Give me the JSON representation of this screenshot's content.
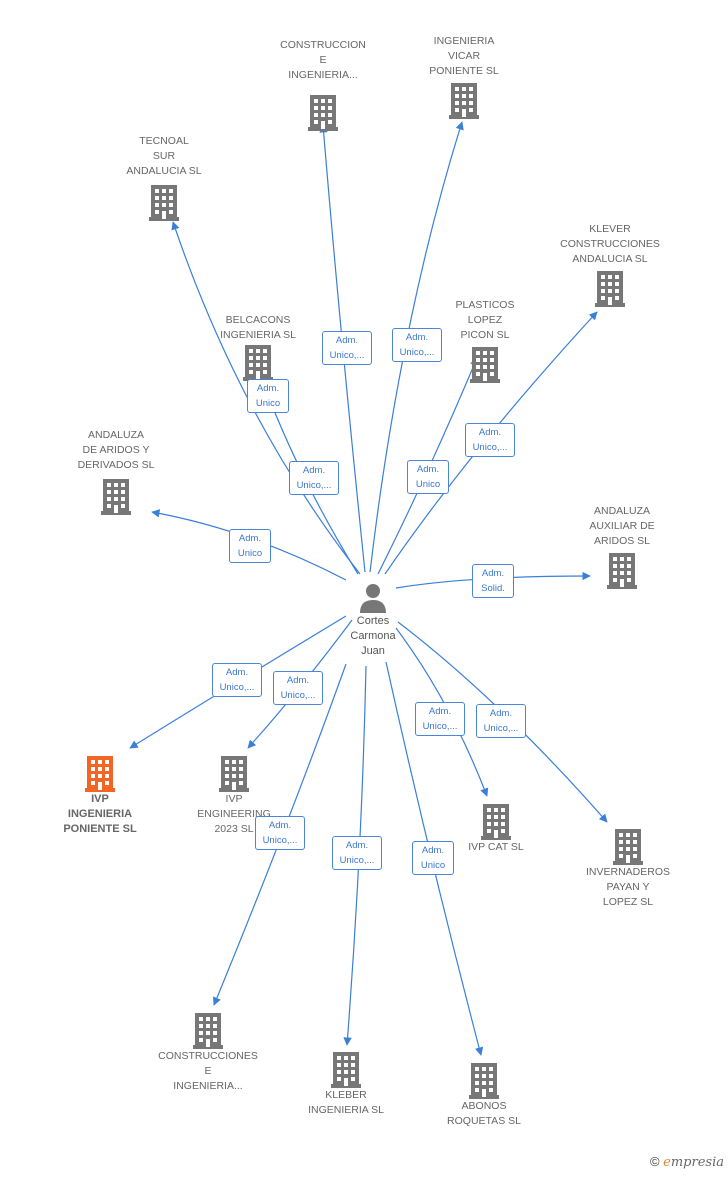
{
  "center": {
    "name": "Cortes\nCarmona\nJuan",
    "icon": "person-icon"
  },
  "colors": {
    "edge": "#3a7fd8",
    "building": "#777777",
    "highlight": "#f26522"
  },
  "companies": [
    {
      "id": "construccion-e-ingenieria-top",
      "label": "CONSTRUCCION\nE\nINGENIERIA...",
      "relation": "Adm.\nUnico,...",
      "highlight": false
    },
    {
      "id": "ingenieria-vicar-poniente",
      "label": "INGENIERIA\nVICAR\nPONIENTE  SL",
      "relation": "Adm.\nUnico,...",
      "highlight": false
    },
    {
      "id": "tecnoal-sur-andalucia",
      "label": "TECNOAL\nSUR\nANDALUCIA SL",
      "relation": "Adm.\nUnico",
      "highlight": false
    },
    {
      "id": "klever-construcciones-andalucia",
      "label": "KLEVER\nCONSTRUCCIONES\nANDALUCIA  SL",
      "relation": "Adm.\nUnico,...",
      "highlight": false
    },
    {
      "id": "belcacons-ingenieria",
      "label": "BELCACONS\nINGENIERIA  SL",
      "relation": "Adm.\nUnico,...",
      "highlight": false
    },
    {
      "id": "plasticos-lopez-picon",
      "label": "PLASTICOS\nLOPEZ\nPICON SL",
      "relation": "Adm.\nUnico",
      "highlight": false
    },
    {
      "id": "andaluza-de-aridos",
      "label": "ANDALUZA\nDE ARIDOS Y\nDERIVADOS SL",
      "relation": "Adm.\nUnico",
      "highlight": false
    },
    {
      "id": "andaluza-auxiliar-aridos",
      "label": "ANDALUZA\nAUXILIAR DE\nARIDOS  SL",
      "relation": "Adm.\nSolid.",
      "highlight": false
    },
    {
      "id": "ivp-ingenieria-poniente",
      "label": "IVP\nINGENIERIA\nPONIENTE  SL",
      "relation": "Adm.\nUnico,...",
      "highlight": true
    },
    {
      "id": "ivp-engineering-2023",
      "label": "IVP\nENGINEERING\n2023  SL",
      "relation": "Adm.\nUnico,...",
      "highlight": false
    },
    {
      "id": "ivp-cat",
      "label": "IVP CAT  SL",
      "relation": "Adm.\nUnico,...",
      "highlight": false
    },
    {
      "id": "invernaderos-payan-lopez",
      "label": "INVERNADEROS\nPAYAN Y\nLOPEZ SL",
      "relation": "Adm.\nUnico,...",
      "highlight": false
    },
    {
      "id": "construcciones-e-ingenieria-bottom",
      "label": "CONSTRUCCIONES\nE\nINGENIERIA...",
      "relation": "Adm.\nUnico,...",
      "highlight": false
    },
    {
      "id": "kleber-ingenieria",
      "label": "KLEBER\nINGENIERIA  SL",
      "relation": "Adm.\nUnico,...",
      "highlight": false
    },
    {
      "id": "abonos-roquetas",
      "label": "ABONOS\nROQUETAS SL",
      "relation": "Adm.\nUnico",
      "highlight": false
    }
  ],
  "footer": {
    "copyright": "©",
    "brand_first": "e",
    "brand_rest": "mpresia"
  }
}
